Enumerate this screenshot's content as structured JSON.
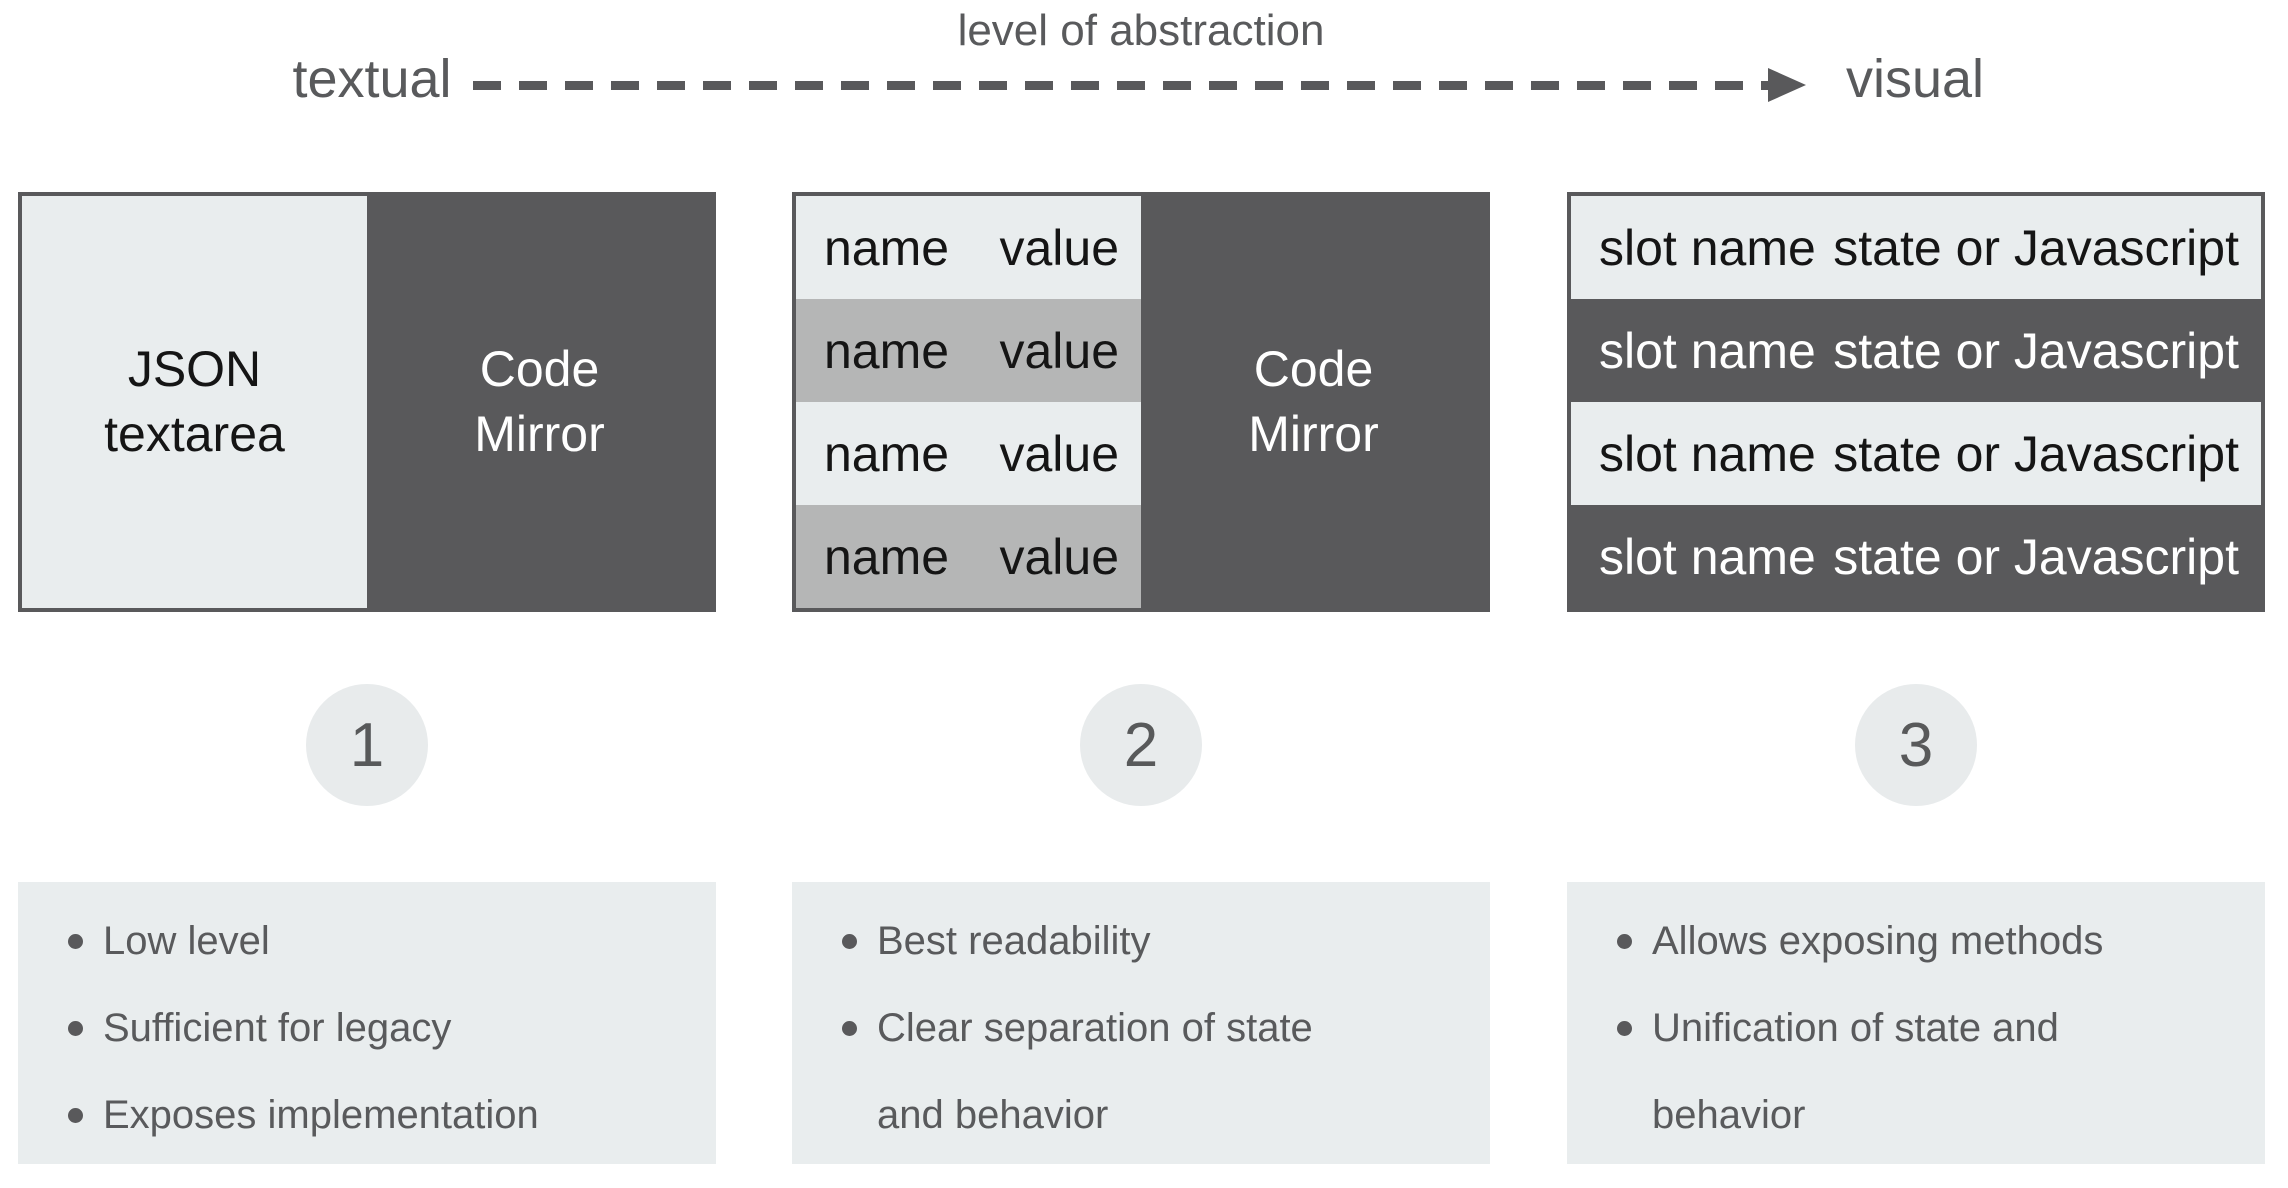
{
  "header": {
    "axis_label": "level of abstraction",
    "left_label": "textual",
    "right_label": "visual"
  },
  "columns": [
    {
      "step": "1",
      "box": {
        "type": "split",
        "left": {
          "line1": "JSON",
          "line2": "textarea"
        },
        "right": {
          "line1": "Code",
          "line2": "Mirror"
        }
      },
      "notes": [
        "Low level",
        "Sufficient for legacy",
        "Exposes implementation"
      ]
    },
    {
      "step": "2",
      "box": {
        "type": "name-value-table-plus-editor",
        "rows": [
          {
            "name": "name",
            "value": "value"
          },
          {
            "name": "name",
            "value": "value"
          },
          {
            "name": "name",
            "value": "value"
          },
          {
            "name": "name",
            "value": "value"
          }
        ],
        "right": {
          "line1": "Code",
          "line2": "Mirror"
        }
      },
      "notes": [
        "Best readability",
        "Clear separation of state and behavior"
      ]
    },
    {
      "step": "3",
      "box": {
        "type": "slot-table",
        "rows": [
          {
            "name": "slot name",
            "value": "state or Javascript"
          },
          {
            "name": "slot name",
            "value": "state or Javascript"
          },
          {
            "name": "slot name",
            "value": "state or Javascript"
          },
          {
            "name": "slot name",
            "value": "state or Javascript"
          }
        ]
      },
      "notes": [
        "Allows exposing methods",
        "Unification of state and behavior"
      ]
    }
  ],
  "colors": {
    "dark_gray": "#59595b",
    "light_gray": "#e9edee",
    "mid_gray": "#b5b6b6",
    "circle_gray": "#e8ebec",
    "text_gray": "#595a5c",
    "text_black": "#151515",
    "text_white": "#ffffff"
  }
}
